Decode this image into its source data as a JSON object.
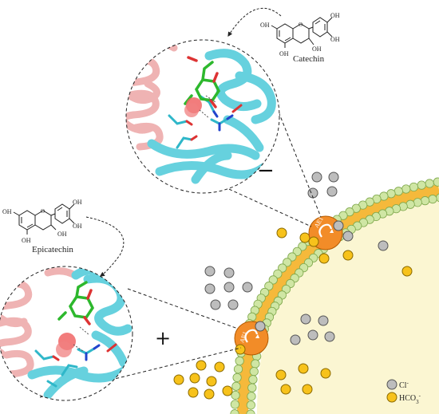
{
  "molecules": {
    "catechin": {
      "name": "Catechin",
      "hydroxyls": [
        "OH",
        "OH",
        "OH",
        "OH",
        "OH"
      ],
      "ring_oxygen": "O"
    },
    "epicatechin": {
      "name": "Epicatechin",
      "hydroxyls": [
        "OH",
        "OH",
        "OH",
        "OH",
        "OH"
      ],
      "ring_oxygen": "O"
    }
  },
  "effects": {
    "catechin": "−",
    "epicatechin": "+"
  },
  "transporter": {
    "label": "AE1"
  },
  "legend": {
    "chloride": "Cl",
    "chloride_sup": "-",
    "bicarbonate": "HCO",
    "bicarbonate_sub": "3",
    "bicarbonate_sup": "-"
  },
  "colors": {
    "chloride": "#bdbdbd",
    "bicarbonate": "#f7c21b",
    "transporter": "#f28c28",
    "cell_interior": "#fbf6d2",
    "lipid_head": "#cfe6a4",
    "membrane_core": "#f5b93b",
    "helix_cyan": "#66d1de",
    "helix_pink": "#efb3b3",
    "ligand": "#2db82d",
    "sphere": "#f06565"
  }
}
